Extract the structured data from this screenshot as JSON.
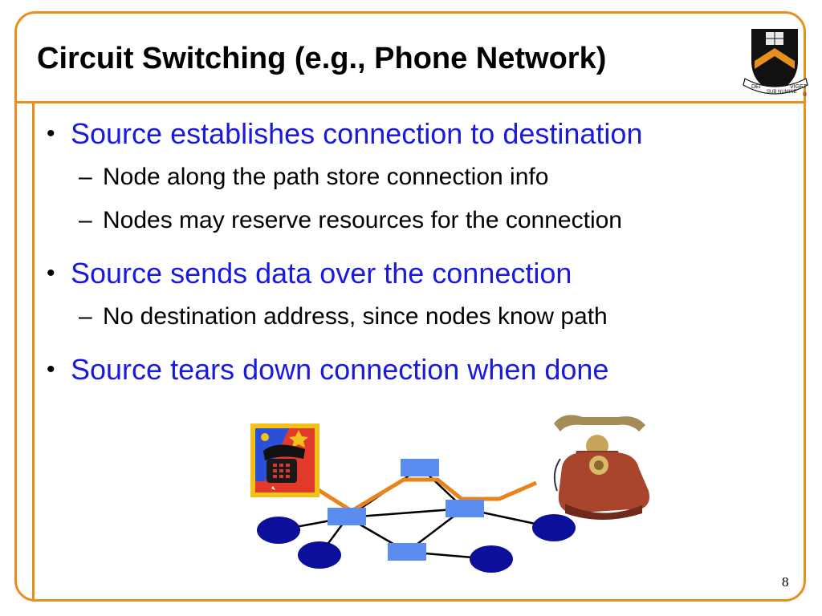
{
  "slide": {
    "title": "Circuit Switching (e.g., Phone Network)",
    "page_number": "8",
    "bullets": [
      {
        "text": "Source establishes connection to destination",
        "sub": [
          "Node along the path store connection info",
          "Nodes may reserve resources for the connection"
        ]
      },
      {
        "text": "Source sends data over the connection",
        "sub": [
          "No destination address, since nodes know path"
        ]
      },
      {
        "text": "Source tears down connection when done",
        "sub": []
      }
    ],
    "logo": {
      "name": "princeton-shield-icon",
      "motto_left": "DEI",
      "motto_middle": "SUB NUMINE",
      "motto_right": "VIGET",
      "mark": "®"
    }
  },
  "colors": {
    "accent_orange": "#e8901e",
    "bullet_blue": "#1a1adc",
    "node_blue": "#5b8cf0",
    "host_navy": "#0b0f9a",
    "path_orange": "#e8841e"
  }
}
